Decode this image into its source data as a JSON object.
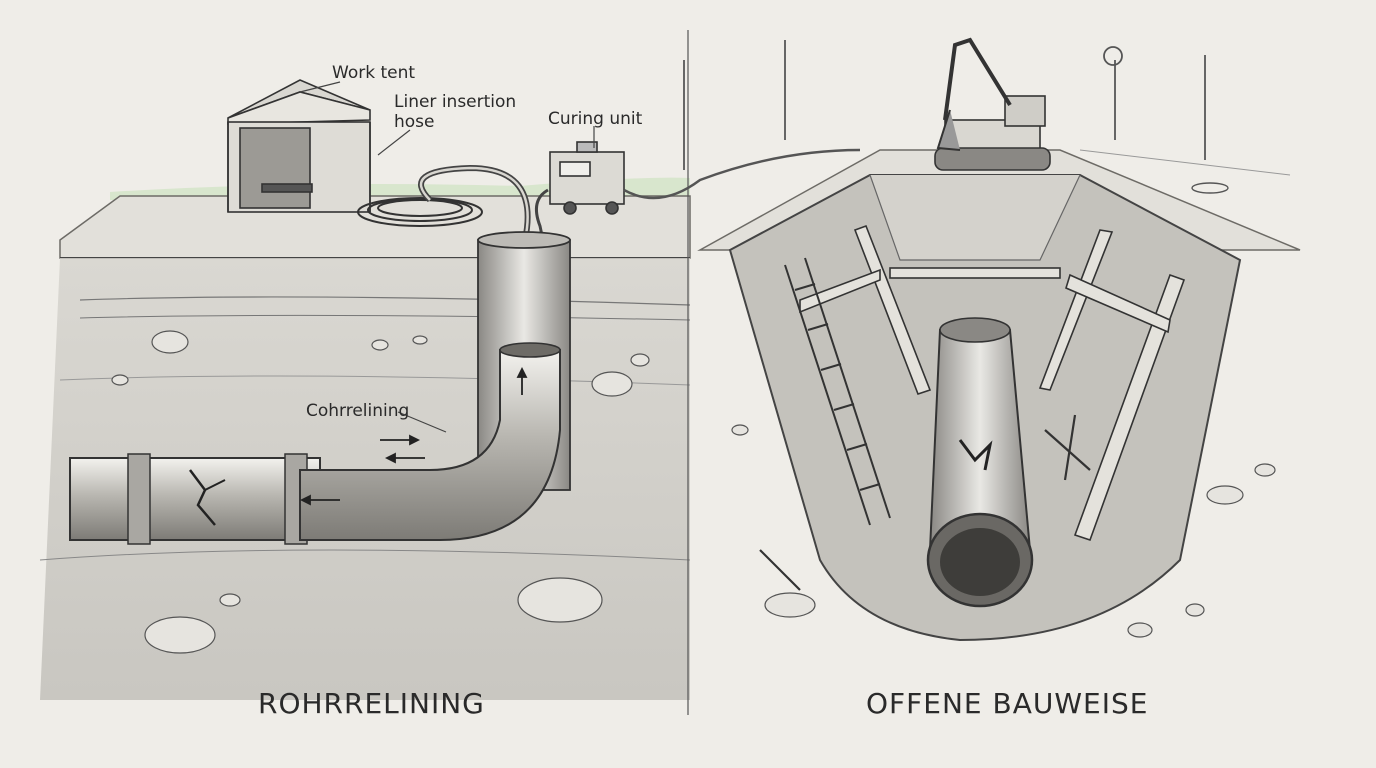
{
  "labels": {
    "work_tent": "Work tent",
    "liner_hose_line1": "Liner insertion",
    "liner_hose_line2": "hose",
    "curing_unit": "Curing unit",
    "cohrrelining": "Cohrrelining"
  },
  "titles": {
    "left": "ROHRRELINING",
    "right": "OFFENE BAUWEISE"
  },
  "colors": {
    "paper": "#efede8",
    "ink": "#2a2a2a",
    "soil": "#cfcdc7",
    "grass": "#8fbf7a"
  }
}
